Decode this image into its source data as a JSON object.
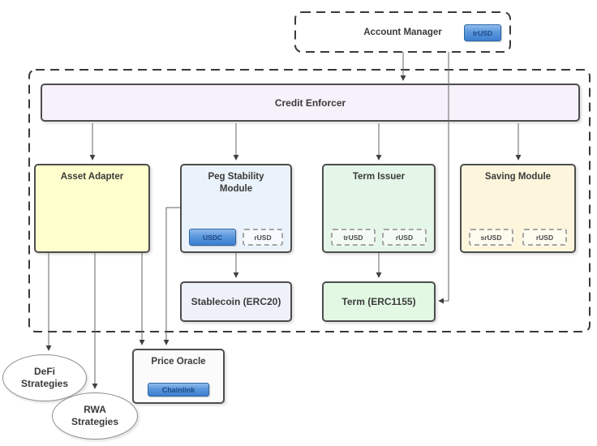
{
  "diagram": {
    "account_manager": {
      "label": "Account Manager",
      "badge": "trUSD"
    },
    "credit_enforcer": {
      "label": "Credit Enforcer"
    },
    "modules": {
      "asset_adapter": {
        "label": "Asset Adapter"
      },
      "peg_stability": {
        "label": "Peg Stability\nModule",
        "badge_usdc": "USDC",
        "badge_rusd": "rUSD"
      },
      "term_issuer": {
        "label": "Term Issuer",
        "badge_trusd": "trUSD",
        "badge_rusd": "rUSD"
      },
      "saving_module": {
        "label": "Saving Module",
        "badge_srusd": "srUSD",
        "badge_rusd": "rUSD"
      }
    },
    "stablecoin": {
      "label": "Stablecoin (ERC20)"
    },
    "term_token": {
      "label": "Term (ERC1155)"
    },
    "price_oracle": {
      "label": "Price Oracle",
      "badge": "Chainlink"
    },
    "defi_strategies": {
      "label": "DeFi\nStrategies"
    },
    "rwa_strategies": {
      "label": "RWA\nStrategies"
    }
  },
  "colors": {
    "badge_blue": "#3c7fd0",
    "badge_blue_border": "#2c66a5",
    "credit_enforcer_bg": "#f7f1fb",
    "asset_adapter_bg": "#ffffcd",
    "peg_stability_bg": "#eaf2fb",
    "term_issuer_bg": "#e4f6e7",
    "saving_module_bg": "#fdf6dc",
    "stablecoin_bg": "#eff1fa",
    "term_token_bg": "#e2f8e3",
    "connector_gray": "#666666",
    "border_dark": "#4d4d4d"
  }
}
